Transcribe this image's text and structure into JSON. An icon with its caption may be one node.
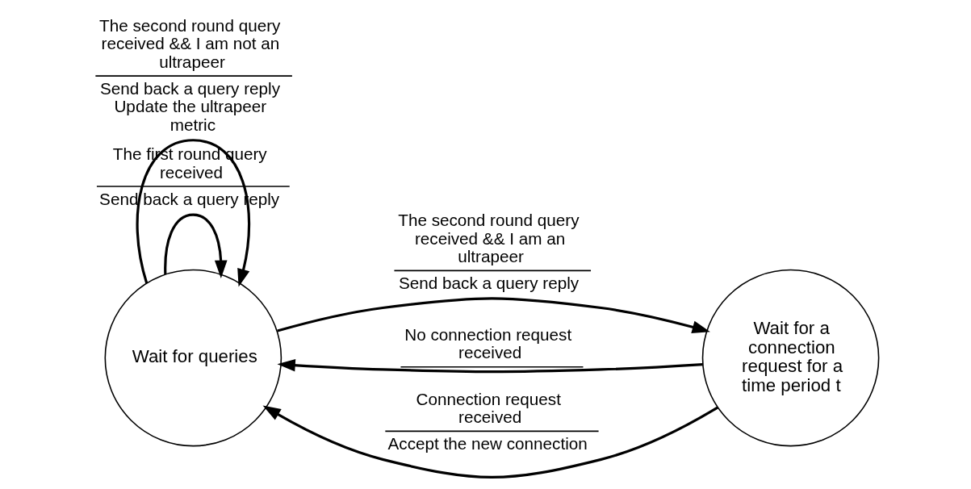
{
  "diagram": {
    "nodes": [
      {
        "text": [
          "Wait for queries"
        ]
      },
      {
        "text": [
          "Wait for a connection request for a time period t"
        ]
      }
    ],
    "edges": [
      {
        "from": 0,
        "to": 0,
        "arrow": "to",
        "label": [
          "The first round query received",
          "Send back a query reply"
        ]
      },
      {
        "from": 0,
        "to": 1,
        "arrow": "to",
        "label": [
          "The second round query received && I am an ultrapeer",
          "Send back a query reply"
        ]
      },
      {
        "from": 1,
        "to": 0,
        "arrow": "to",
        "label": [
          "No connection request received"
        ]
      },
      {
        "from": 0,
        "to": 0,
        "arrow": "to",
        "label": [
          "The second round query received && I am not an ultrapeer",
          "Send back a query reply Update the ultrapeer metric"
        ]
      },
      {
        "from": 1,
        "to": 0,
        "arrow": "to",
        "label": [
          "Connection request received",
          "Accept the new connection"
        ]
      }
    ]
  }
}
